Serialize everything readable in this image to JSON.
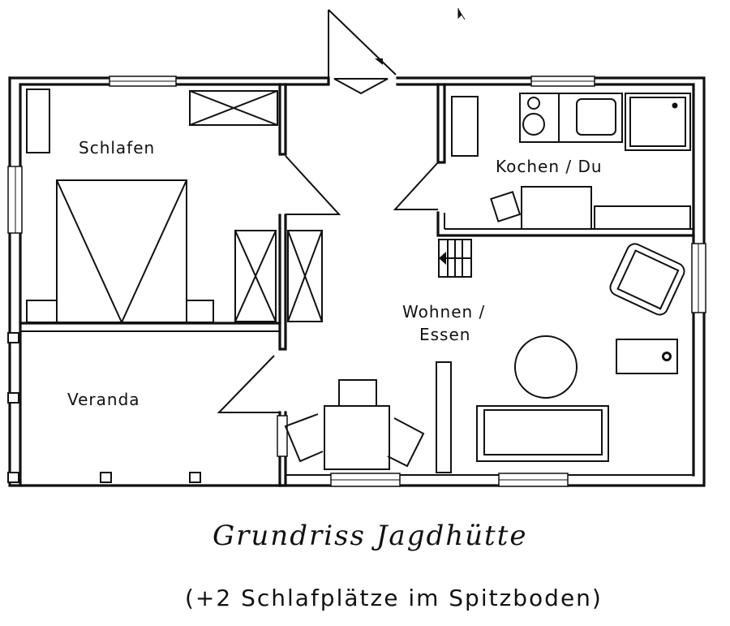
{
  "plan": {
    "title": "Grundriss Jagdhütte",
    "subtitle": "(+2  Schlafplätze im Spitzboden)",
    "rooms": [
      {
        "id": "schlafen",
        "label": "Schlafen"
      },
      {
        "id": "kochen-du",
        "label": "Kochen / Du"
      },
      {
        "id": "wohnen-essen",
        "label": "Wohnen /\nEssen",
        "line1": "Wohnen /",
        "line2": "Essen"
      },
      {
        "id": "veranda",
        "label": "Veranda"
      }
    ],
    "symbols": [
      "entrance-door-icon",
      "door-swing-icon",
      "window-icon",
      "bed-icon",
      "wardrobe-icon",
      "stove-icon",
      "sink-icon",
      "shower-icon",
      "staircase-icon",
      "armchair-icon",
      "round-table-icon",
      "sofa-icon",
      "dining-table-icon",
      "chair-icon",
      "stove-heater-icon"
    ]
  }
}
